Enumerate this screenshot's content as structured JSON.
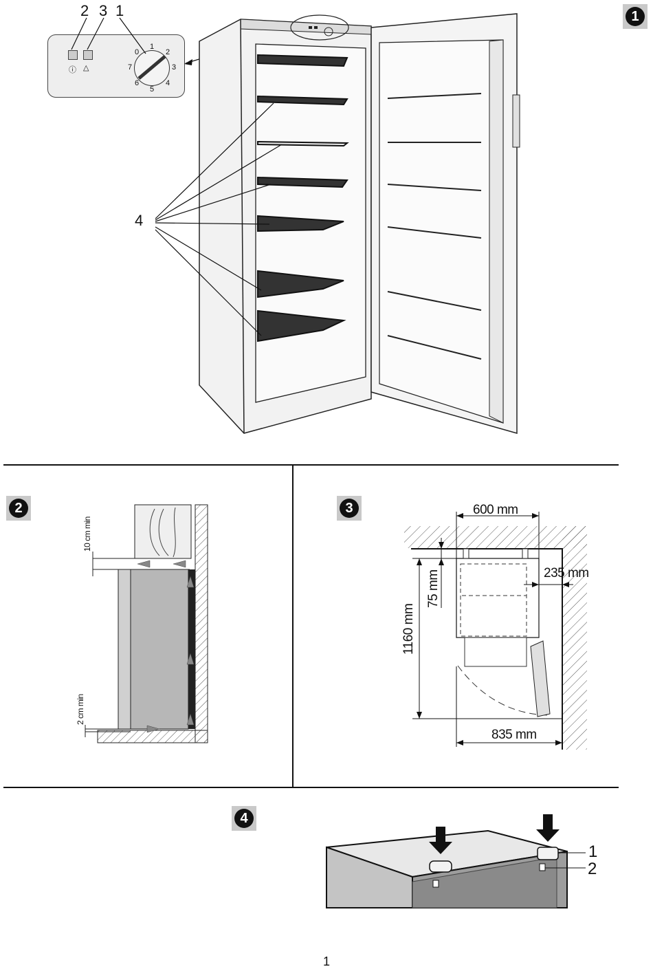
{
  "figures": [
    {
      "badge": "1",
      "callouts": {
        "c2": "2",
        "c3": "3",
        "c1": "1",
        "c4": "4"
      },
      "dial_numbers": [
        "0",
        "1",
        "2",
        "3",
        "4",
        "5",
        "6",
        "7"
      ]
    },
    {
      "badge": "2",
      "labels": {
        "top_gap": "10 cm min",
        "bottom_gap": "2 cm min"
      }
    },
    {
      "badge": "3",
      "labels": {
        "width": "600 mm",
        "side": "235 mm",
        "back": "75 mm",
        "depth": "1160 mm",
        "total_width": "835 mm"
      }
    },
    {
      "badge": "4",
      "callouts": {
        "c1": "1",
        "c2": "2"
      }
    }
  ],
  "page_number": "1"
}
